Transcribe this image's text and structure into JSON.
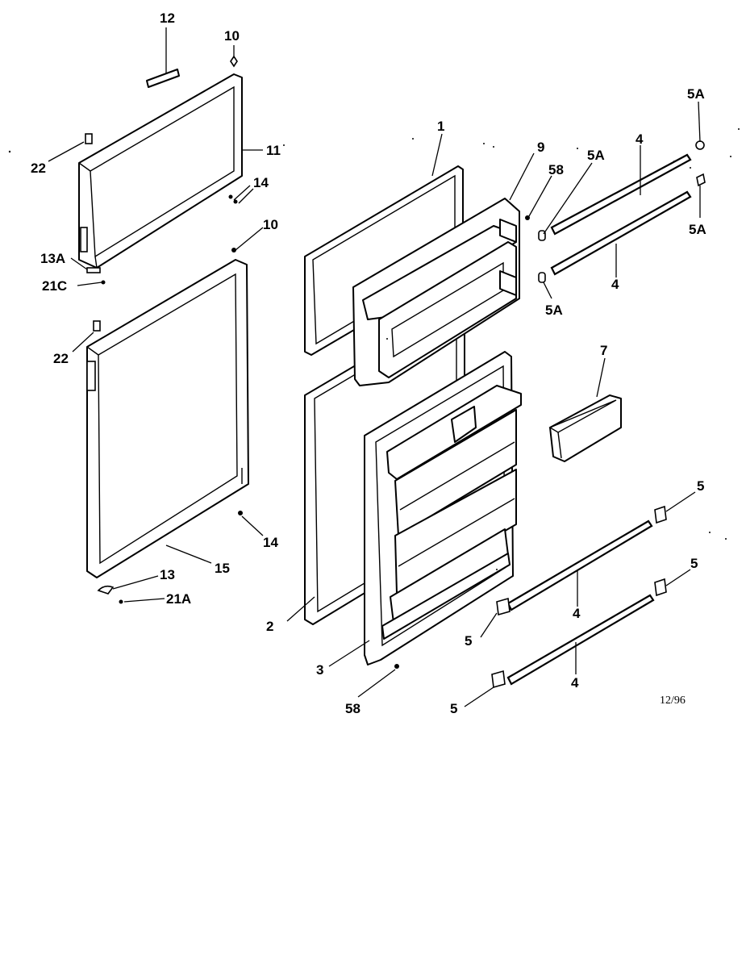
{
  "diagram": {
    "date_code": "12/96",
    "labels": {
      "l1": "1",
      "l2": "2",
      "l3": "3",
      "l4a": "4",
      "l4b": "4",
      "l4c": "4",
      "l4d": "4",
      "l5a": "5",
      "l5b": "5",
      "l5c": "5",
      "l5d": "5",
      "l5A1": "5A",
      "l5A2": "5A",
      "l5A3": "5A",
      "l5A4": "5A",
      "l7": "7",
      "l9": "9",
      "l10a": "10",
      "l10b": "10",
      "l11": "11",
      "l12": "12",
      "l13": "13",
      "l13A": "13A",
      "l14a": "14",
      "l14b": "14",
      "l15": "15",
      "l21A": "21A",
      "l21C": "21C",
      "l22a": "22",
      "l22b": "22",
      "l58a": "58",
      "l58b": "58"
    }
  }
}
